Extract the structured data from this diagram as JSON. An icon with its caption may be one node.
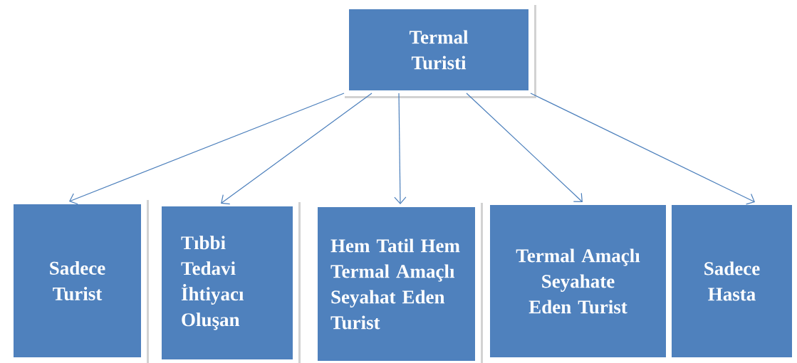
{
  "diagram": {
    "nodes": [
      {
        "text": [
          "Termal Turisti"
        ]
      },
      {
        "text": [
          "Sadece Turist"
        ]
      },
      {
        "text": [
          "Tıbbi Tedavi İhtiyacı Oluşan"
        ]
      },
      {
        "text": [
          "Hem Tatil Hem Termal Amaçlı Seyahat Eden Turist"
        ]
      },
      {
        "text": [
          "Termal Amaçlı Seyahate Eden Turist"
        ]
      },
      {
        "text": [
          "Sadece Hasta"
        ]
      }
    ],
    "edges": [
      {
        "from": 0,
        "to": 1,
        "arrow": "to"
      },
      {
        "from": 0,
        "to": 2,
        "arrow": "to"
      },
      {
        "from": 0,
        "to": 3,
        "arrow": "to"
      },
      {
        "from": 0,
        "to": 4,
        "arrow": "to"
      },
      {
        "from": 0,
        "to": 5,
        "arrow": "to"
      }
    ]
  }
}
